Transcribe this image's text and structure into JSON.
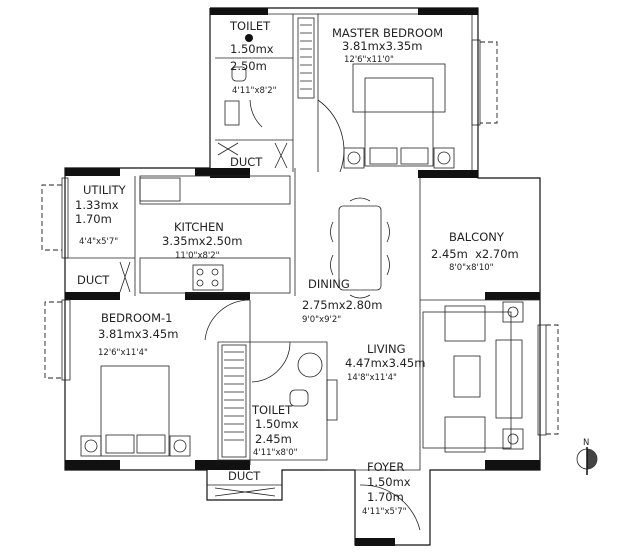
{
  "rooms": {
    "toilet_master": {
      "name": "TOILET",
      "size_line1": "1.50mx",
      "size_line2": "2.50m",
      "imperial": "4'11\"x8'2\""
    },
    "master_bedroom": {
      "name": "MASTER BEDROOM",
      "size": "3.81mx3.35m",
      "imperial": "12'6\"x11'0\""
    },
    "duct_top": {
      "name": "DUCT"
    },
    "utility": {
      "name": "UTILITY",
      "size_line1": "1.33mx",
      "size_line2": "1.70m",
      "imperial": "4'4\"x5'7\""
    },
    "duct_left": {
      "name": "DUCT"
    },
    "kitchen": {
      "name": "KITCHEN",
      "size": "3.35mx2.50m",
      "imperial": "11'0\"x8'2\""
    },
    "dining": {
      "name": "DINING",
      "size": "2.75mx2.80m",
      "imperial": "9'0\"x9'2\""
    },
    "balcony": {
      "name": "BALCONY",
      "size": "2.45m  x2.70m",
      "imperial": "8'0\"x8'10\""
    },
    "bedroom_1": {
      "name": "BEDROOM-1",
      "size": "3.81mx3.45m",
      "imperial": "12'6\"x11'4\""
    },
    "toilet_2": {
      "name": "TOILET",
      "size_line1": "1.50mx",
      "size_line2": "2.45m",
      "imperial": "4'11\"x8'0\""
    },
    "living": {
      "name": "LIVING",
      "size": "4.47mx3.45m",
      "imperial": "14'8\"x11'4\""
    },
    "duct_bottom": {
      "name": "DUCT"
    },
    "foyer": {
      "name": "FOYER",
      "size_line1": "1.50mx",
      "size_line2": "1.70m",
      "imperial": "4'11\"x5'7\""
    }
  },
  "compass": {
    "label": "N",
    "icon": "north-arrow-icon"
  }
}
